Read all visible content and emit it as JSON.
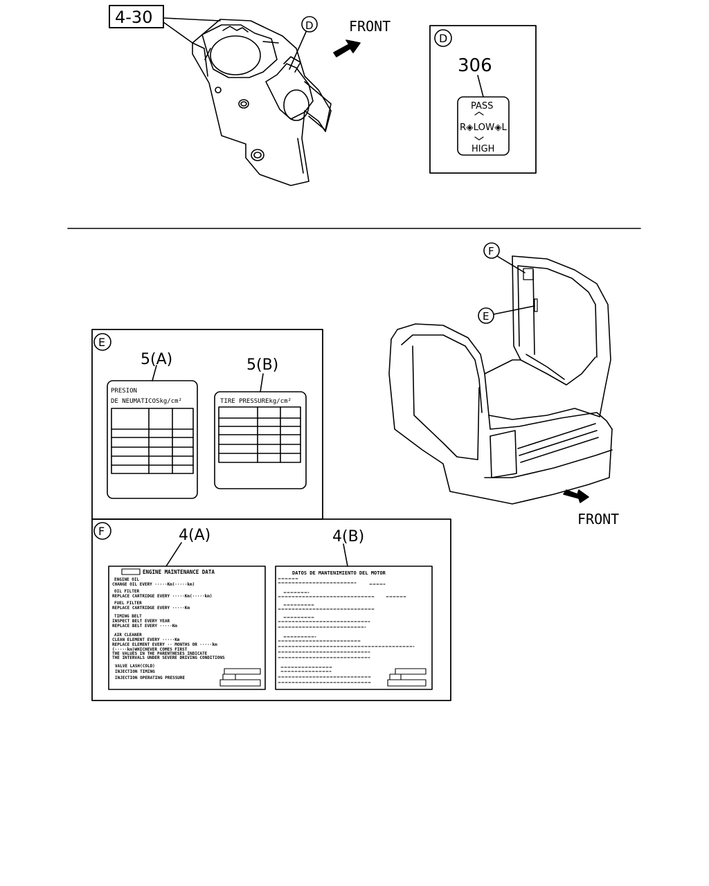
{
  "callouts": {
    "part_4_30": "4-30",
    "front_top": "FRONT",
    "front_bottom": "FRONT",
    "marker_d": "D",
    "marker_e": "E",
    "marker_f": "F"
  },
  "panel_d": {
    "marker": "D",
    "part_no": "306",
    "switch": {
      "top": "PASS",
      "middle": "R◈LOW◈L",
      "bottom": "HIGH"
    }
  },
  "panel_e": {
    "marker": "E",
    "label_a_ref": "5(A)",
    "label_b_ref": "5(B)",
    "label_a_title_1": "PRESION",
    "label_a_title_2": "DE NEUMATICOSkg/cm²",
    "label_b_title": "TIRE PRESSUREkg/cm²"
  },
  "panel_f": {
    "marker": "F",
    "label_a_ref": "4(A)",
    "label_b_ref": "4(B)",
    "label_a_lines": [
      "ENGINE MAINTENANCE DATA",
      "ENGINE OIL",
      "CHANGE OIL EVERY ·····Km(·····km)",
      "OIL FILTER",
      "REPLACE CARTRIDGE EVERY ·····Km(·····km)",
      "FUEL FILTER",
      "REPLACE CARTRIDGE EVERY ·····Km",
      "TIMING BELT",
      "INSPECT BELT EVERY YEAR",
      "REPLACE BELT EVERY ·····Km",
      "AIR CLEANER",
      "CLEAN ELEMENT EVERY ·····Km",
      "REPLACE ELEMENT EVERY ·· MONTHS OR ·····km",
      "(·····km)WHICHEVER COMES FIRST",
      "THE VALUES IN THE PARENTHESES INDICATE",
      "THE INTERVALS UNDER SEVERE DRIVING CONDITIONS",
      "VALVE LASH(COLD)",
      "INJECTION TIMING",
      "INJECTION OPERATING PRESSURE"
    ],
    "label_b_lines": [
      "DATOS DE MANTENIMIENTO DEL MOTOR"
    ]
  }
}
